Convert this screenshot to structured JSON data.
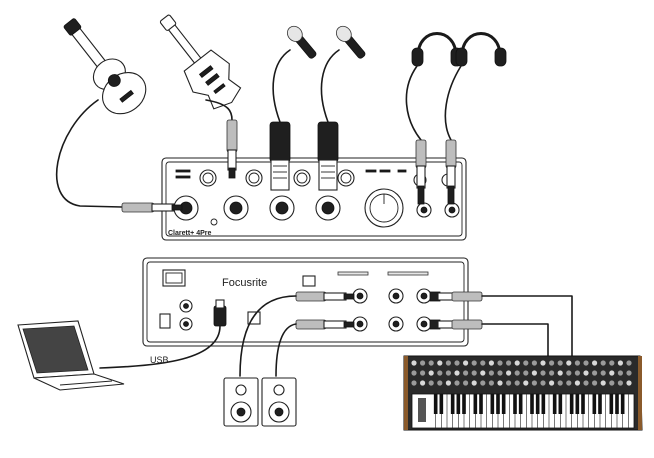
{
  "front_panel": {
    "brand": "Clarett+ 4Pre"
  },
  "rear_panel": {
    "brand": "Focusrite"
  },
  "connections": {
    "usb_label": "USB"
  }
}
